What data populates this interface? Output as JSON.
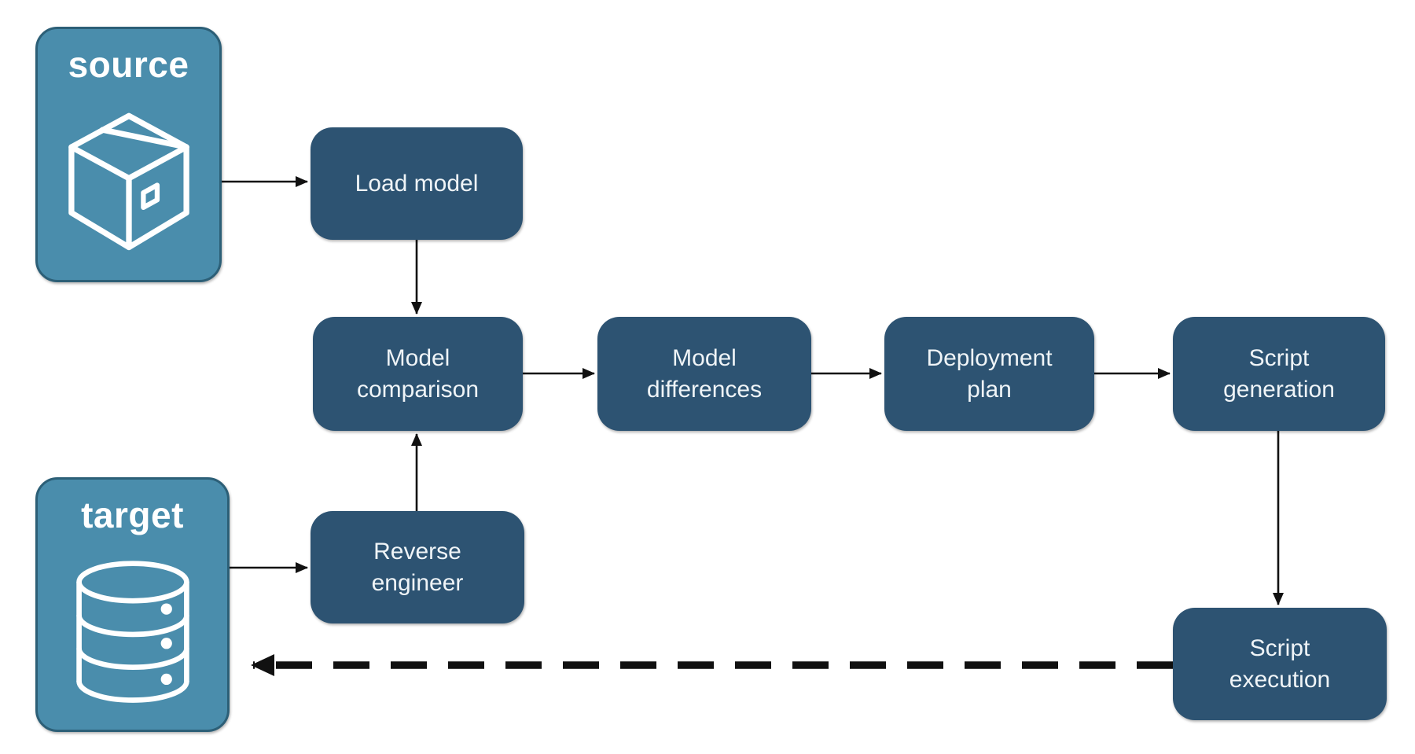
{
  "diagram": {
    "containers": {
      "source": {
        "label": "source",
        "icon": "package-icon"
      },
      "target": {
        "label": "target",
        "icon": "database-icon"
      }
    },
    "nodes": {
      "load_model": {
        "label": "Load model"
      },
      "model_comparison": {
        "label": "Model comparison"
      },
      "model_differences": {
        "label": "Model differences"
      },
      "deployment_plan": {
        "label": "Deployment plan"
      },
      "script_generation": {
        "label": "Script generation"
      },
      "reverse_engineer": {
        "label": "Reverse engineer"
      },
      "script_execution": {
        "label": "Script execution"
      }
    },
    "edges": [
      {
        "from": "source",
        "to": "load_model",
        "style": "solid"
      },
      {
        "from": "load_model",
        "to": "model_comparison",
        "style": "solid"
      },
      {
        "from": "model_comparison",
        "to": "model_differences",
        "style": "solid"
      },
      {
        "from": "model_differences",
        "to": "deployment_plan",
        "style": "solid"
      },
      {
        "from": "deployment_plan",
        "to": "script_generation",
        "style": "solid"
      },
      {
        "from": "target",
        "to": "reverse_engineer",
        "style": "solid"
      },
      {
        "from": "reverse_engineer",
        "to": "model_comparison",
        "style": "solid"
      },
      {
        "from": "script_generation",
        "to": "script_execution",
        "style": "solid"
      },
      {
        "from": "script_execution",
        "to": "target",
        "style": "dashed"
      }
    ],
    "colors": {
      "node_fill": "#2d5372",
      "container_fill": "#4a8dac",
      "container_border": "#2c5f77",
      "text": "#ffffff",
      "arrow": "#111111",
      "background": "#ffffff"
    }
  }
}
